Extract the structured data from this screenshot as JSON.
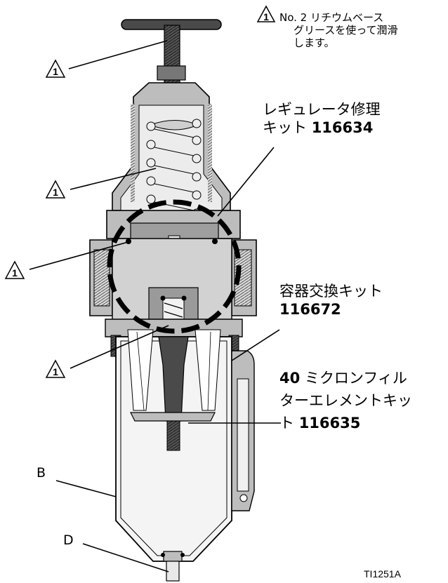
{
  "note": {
    "line1": "No. 2 リチウムベース",
    "line2": "グリースを使って潤滑",
    "line3": "します。"
  },
  "callouts": {
    "warning_mark": "1",
    "regulator_kit": {
      "line1": "レギュレータ修理",
      "line2_text": "キット ",
      "line2_num": "116634"
    },
    "bowl_kit": {
      "line1": "容器交換キット",
      "line2": "116672"
    },
    "filter_kit": {
      "line1_num": "40",
      "line1_text": " ミクロンフィル",
      "line2": "ターエレメントキッ",
      "line3_text": "ト ",
      "line3_num": "116635"
    },
    "label_b": "B",
    "label_d": "D"
  },
  "figure_id": "TI1251A",
  "colors": {
    "body_gray": "#bdbdbd",
    "dark_gray": "#4a4a4a",
    "light_gray": "#e0e0e0",
    "outline": "#000000"
  }
}
